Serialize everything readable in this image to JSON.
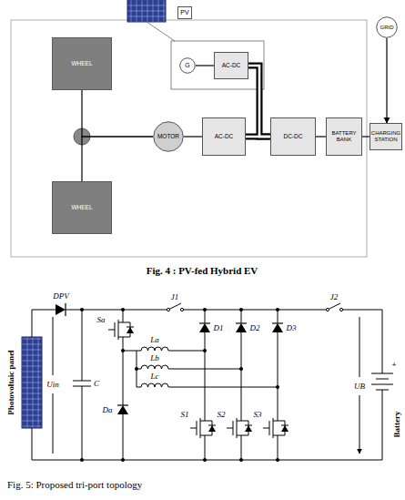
{
  "diagram": {
    "nodes": [
      {
        "text": [
          "PV"
        ]
      },
      {
        "text": [
          "GRID"
        ]
      },
      {
        "text": [
          "WHEEL"
        ]
      },
      {
        "text": [
          "G"
        ]
      },
      {
        "text": [
          "AC-DC"
        ]
      },
      {
        "text": [
          "MOTOR"
        ]
      },
      {
        "text": [
          "AC-DC"
        ]
      },
      {
        "text": [
          "DC-DC"
        ]
      },
      {
        "text": [
          "BATTERY BANK"
        ]
      },
      {
        "text": [
          "CHARGING STATION"
        ]
      },
      {
        "text": [
          "WHEEL"
        ]
      }
    ],
    "edges": [
      {
        "from": 3,
        "to": 4,
        "arrow": "none"
      },
      {
        "from": 4,
        "to": 7,
        "arrow": "none"
      },
      {
        "from": 2,
        "to": 5,
        "arrow": "none"
      },
      {
        "from": 10,
        "to": 5,
        "arrow": "none"
      },
      {
        "from": 5,
        "to": 6,
        "arrow": "none"
      },
      {
        "from": 6,
        "to": 7,
        "arrow": "none"
      },
      {
        "from": 7,
        "to": 8,
        "arrow": "none"
      },
      {
        "from": 8,
        "to": 9,
        "arrow": "none"
      },
      {
        "from": 1,
        "to": 9,
        "arrow": "to"
      }
    ],
    "labels": [
      "Fig. 4 : PV-fed Hybrid EV",
      "DPV",
      "J1",
      "J2",
      "Photovoltaic panel",
      "Sa",
      "D1",
      "D2",
      "D3",
      "La",
      "Lb",
      "Lc",
      "Uin",
      "C",
      "+",
      "UB",
      "Battery",
      "S1",
      "S2",
      "S3",
      "Da",
      "Fig. 5: Proposed tri-port topology"
    ]
  }
}
